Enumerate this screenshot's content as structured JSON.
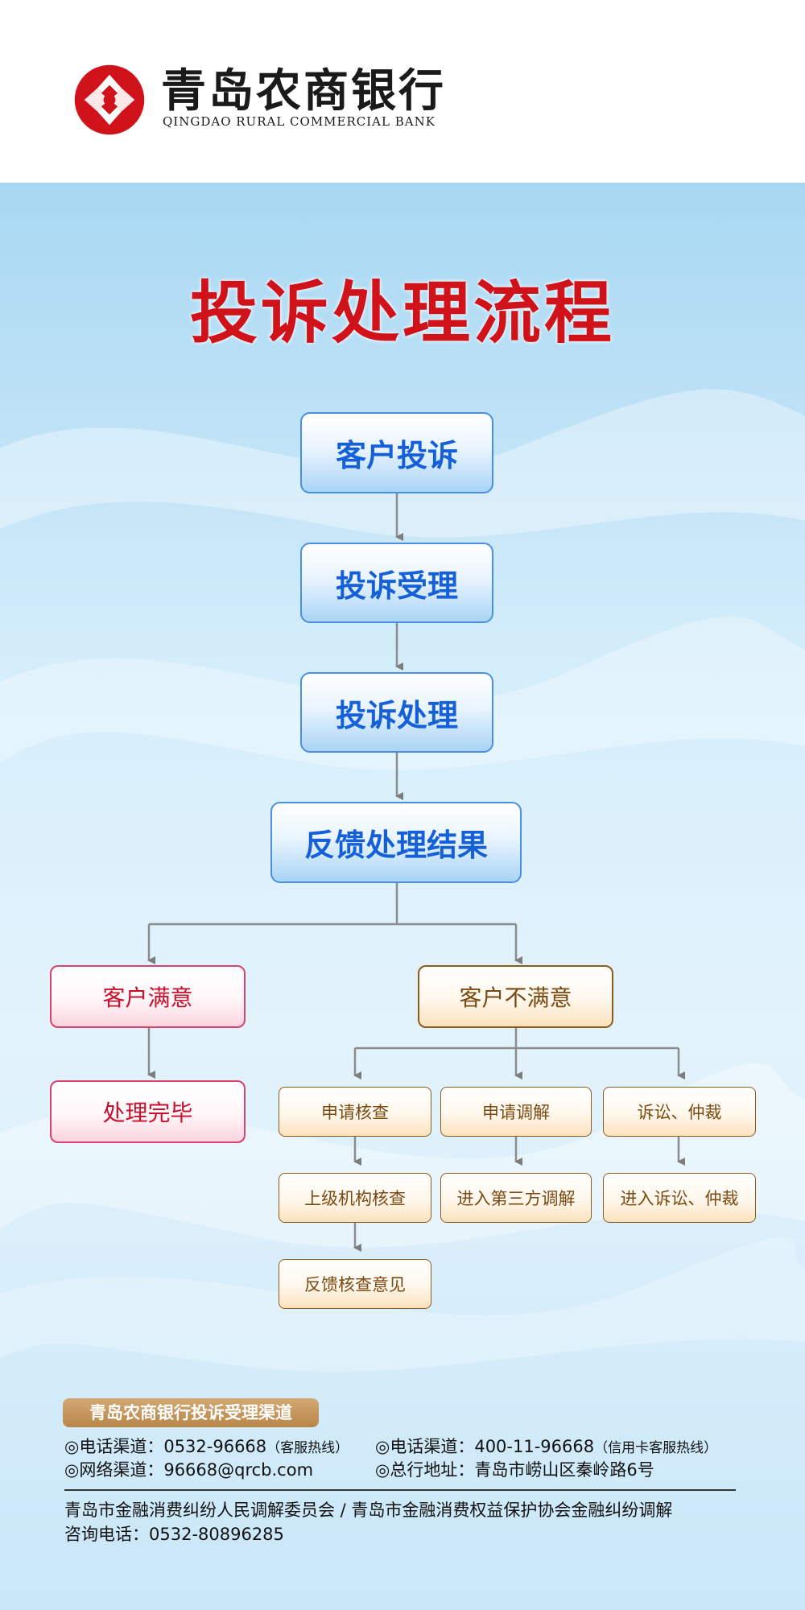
{
  "header": {
    "bank_name_cn": "青岛农商银行",
    "bank_name_en": "QINGDAO RURAL COMMERCIAL BANK",
    "logo_color": "#d0121b"
  },
  "title": "投诉处理流程",
  "flow": {
    "main_steps": [
      "客户投诉",
      "投诉受理",
      "投诉处理",
      "反馈处理结果"
    ],
    "satisfied": {
      "label": "客户满意",
      "result": "处理完毕"
    },
    "unsatisfied": {
      "label": "客户不满意",
      "branches": [
        {
          "steps": [
            "申请核查",
            "上级机构核查",
            "反馈核查意见"
          ]
        },
        {
          "steps": [
            "申请调解",
            "进入第三方调解"
          ]
        },
        {
          "steps": [
            "诉讼、仲裁",
            "进入诉讼、仲裁"
          ]
        }
      ]
    }
  },
  "channels": {
    "label": "青岛农商银行投诉受理渠道",
    "phone1_label": "◎电话渠道：",
    "phone1_value": "0532-96668",
    "phone1_note": "（客服热线）",
    "phone2_label": "◎电话渠道：",
    "phone2_value": "400-11-96668",
    "phone2_note": "（信用卡客服热线）",
    "web_label": "◎网络渠道：",
    "web_value": "96668@qrcb.com",
    "address_label": "◎总行地址：",
    "address_value": "青岛市崂山区秦岭路6号",
    "footer_line1": "青岛市金融消费纠纷人民调解委员会 / 青岛市金融消费权益保护协会金融纠纷调解",
    "footer_line2": "咨询电话：0532-80896285"
  },
  "colors": {
    "title": "#d0121b",
    "main_step_text": "#1560d8",
    "satisfied": "#c8102e",
    "unsatisfied": "#7a4a12",
    "channel_label_bg": "#b8864a"
  }
}
